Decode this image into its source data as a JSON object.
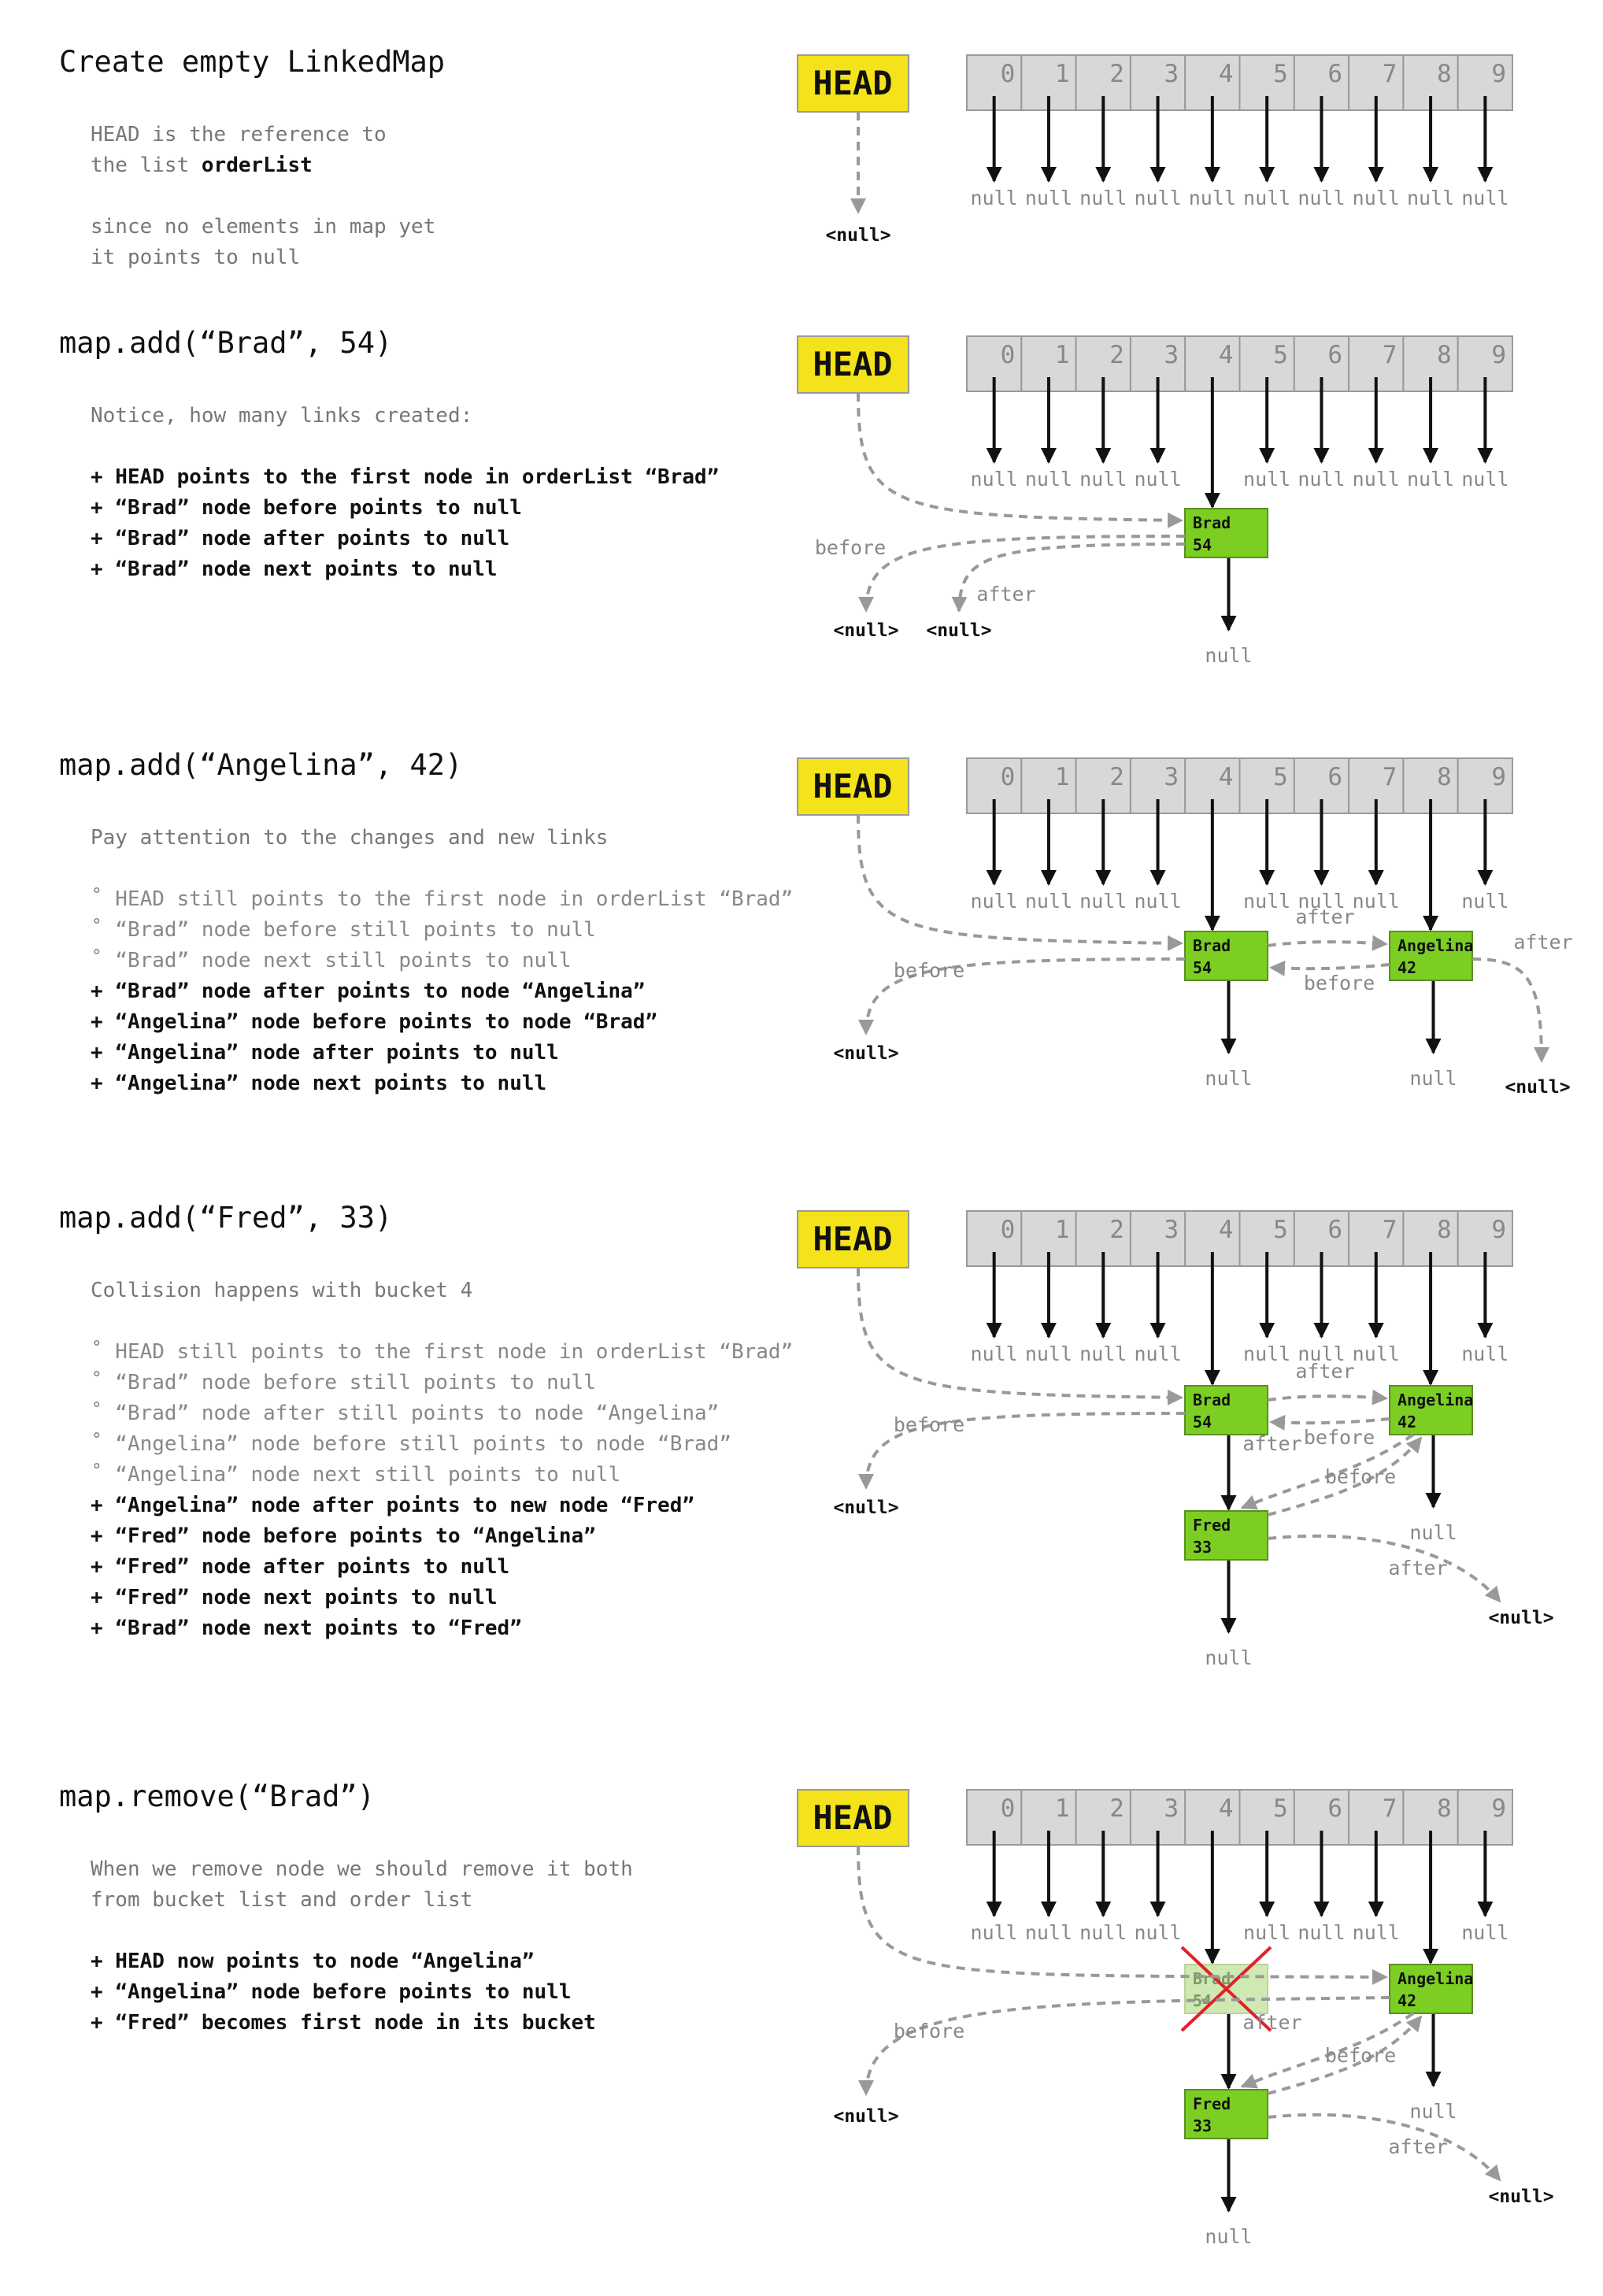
{
  "panels": [
    {
      "title": "Create empty LinkedMap",
      "lines": [
        {
          "t": "HEAD is the reference to ",
          "s": "desc"
        },
        {
          "t": "the list orderList",
          "s": "mixed",
          "pre": "the list ",
          "bold": "orderList"
        },
        {
          "t": "",
          "s": "desc"
        },
        {
          "t": "since no elements in map yet",
          "s": "desc"
        },
        {
          "t": "it points to null",
          "s": "desc"
        }
      ]
    },
    {
      "title": "map.add(“Brad”, 54)",
      "lines": [
        {
          "t": "Notice, how many links created:",
          "s": "desc"
        },
        {
          "t": "",
          "s": "desc"
        },
        {
          "t": "+ HEAD points to the first node in orderList “Brad”",
          "s": "blk"
        },
        {
          "t": "+ “Brad” node before points to null",
          "s": "blk"
        },
        {
          "t": "+ “Brad” node after points to null",
          "s": "blk"
        },
        {
          "t": "+ “Brad” node next points to null",
          "s": "blk"
        }
      ]
    },
    {
      "title": "map.add(“Angelina”, 42)",
      "lines": [
        {
          "t": "Pay attention to the changes and new links",
          "s": "desc"
        },
        {
          "t": "",
          "s": "desc"
        },
        {
          "t": "˚ HEAD still points to the first node in orderList “Brad”",
          "s": "gry"
        },
        {
          "t": "˚ “Brad” node before still points to null",
          "s": "gry"
        },
        {
          "t": "˚ “Brad” node next still points to null",
          "s": "gry"
        },
        {
          "t": "+ “Brad” node after points to node “Angelina”",
          "s": "blk"
        },
        {
          "t": "+ “Angelina” node before points to node “Brad”",
          "s": "blk"
        },
        {
          "t": "+ “Angelina” node after points to null",
          "s": "blk"
        },
        {
          "t": "+ “Angelina” node next points to null",
          "s": "blk"
        }
      ]
    },
    {
      "title": "map.add(“Fred”, 33)",
      "lines": [
        {
          "t": "Collision happens with bucket 4",
          "s": "desc"
        },
        {
          "t": "",
          "s": "desc"
        },
        {
          "t": "˚ HEAD still points to the first node in orderList “Brad”",
          "s": "gry"
        },
        {
          "t": "˚ “Brad” node before still points to null",
          "s": "gry"
        },
        {
          "t": "˚ “Brad” node after still points to node “Angelina”",
          "s": "gry"
        },
        {
          "t": "˚ “Angelina” node before still points to node “Brad”",
          "s": "gry"
        },
        {
          "t": "˚ “Angelina” node next still points to null",
          "s": "gry"
        },
        {
          "t": "+ “Angelina” node after points to new node “Fred”",
          "s": "blk"
        },
        {
          "t": "+ “Fred” node before points to “Angelina”",
          "s": "blk"
        },
        {
          "t": "+ “Fred” node after points to null",
          "s": "blk"
        },
        {
          "t": "+ “Fred” node next points to null",
          "s": "blk"
        },
        {
          "t": "+ “Brad” node next points to “Fred”",
          "s": "blk"
        }
      ]
    },
    {
      "title": "map.remove(“Brad”)",
      "lines": [
        {
          "t": "When we remove node we should remove it both",
          "s": "desc"
        },
        {
          "t": "from bucket list and order list",
          "s": "desc"
        },
        {
          "t": "",
          "s": "desc"
        },
        {
          "t": "+ HEAD now points to node “Angelina”",
          "s": "blk"
        },
        {
          "t": "+ “Angelina” node before points to null",
          "s": "blk"
        },
        {
          "t": "+ “Fred” becomes first node in its bucket",
          "s": "blk"
        }
      ]
    }
  ],
  "diagram": {
    "head_label": "HEAD",
    "bucket_indices": [
      "0",
      "1",
      "2",
      "3",
      "4",
      "5",
      "6",
      "7",
      "8",
      "9"
    ],
    "null_text": "null",
    "null_ref_text": "<null>",
    "before_label": "before",
    "after_label": "after",
    "nodes": {
      "brad": {
        "key": "Brad",
        "value": "54"
      },
      "angelina": {
        "key": "Angelina",
        "value": "42"
      },
      "fred": {
        "key": "Fred",
        "value": "33"
      }
    }
  },
  "colors": {
    "head": "#f4e21a",
    "node": "#7ccf22",
    "removed_node": "#cfe9b3",
    "removal_cross": "#e0212b",
    "bucket": "#d8d8d8",
    "link_solid": "#111111",
    "link_dashed": "#999999"
  }
}
